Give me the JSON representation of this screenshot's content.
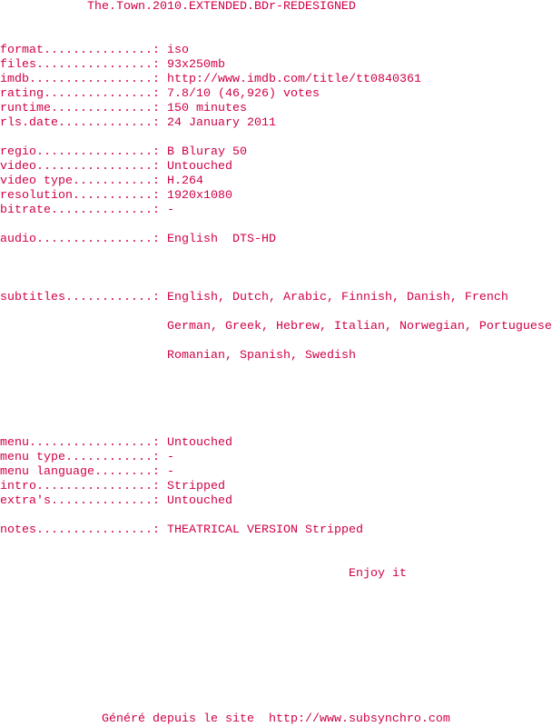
{
  "title": "The.Town.2010.EXTENDED.BDr-REDESIGNED",
  "fields": {
    "format": {
      "label": "format...............: ",
      "value": "iso"
    },
    "files": {
      "label": "files................: ",
      "value": "93x250mb"
    },
    "imdb": {
      "label": "imdb.................: ",
      "value": "http://www.imdb.com/title/tt0840361"
    },
    "rating": {
      "label": "rating...............: ",
      "value": "7.8/10 (46,926) votes"
    },
    "runtime": {
      "label": "runtime..............: ",
      "value": "150 minutes"
    },
    "rls_date": {
      "label": "rls.date.............: ",
      "value": "24 January 2011"
    },
    "regio": {
      "label": "regio................: ",
      "value": "B Bluray 50"
    },
    "video": {
      "label": "video................: ",
      "value": "Untouched"
    },
    "video_type": {
      "label": "video type...........: ",
      "value": "H.264"
    },
    "resolution": {
      "label": "resolution...........: ",
      "value": "1920x1080"
    },
    "bitrate": {
      "label": "bitrate..............: ",
      "value": "-"
    },
    "audio": {
      "label": "audio................: ",
      "value": "English  DTS-HD"
    },
    "subtitles": {
      "label": "subtitles............: ",
      "lines": [
        "English, Dutch, Arabic, Finnish, Danish, French",
        "German, Greek, Hebrew, Italian, Norwegian, Portuguese",
        "Romanian, Spanish, Swedish"
      ]
    },
    "menu": {
      "label": "menu.................: ",
      "value": "Untouched"
    },
    "menu_type": {
      "label": "menu type............: ",
      "value": "-"
    },
    "menu_language": {
      "label": "menu language........: ",
      "value": "-"
    },
    "intro": {
      "label": "intro................: ",
      "value": "Stripped"
    },
    "extras": {
      "label": "extra's..............: ",
      "value": "Untouched"
    },
    "notes": {
      "label": "notes................: ",
      "value": "THEATRICAL VERSION Stripped"
    }
  },
  "closing": "Enjoy it",
  "footer": "Généré depuis le site  http://www.subsynchro.com",
  "colors": {
    "text": "#d0004a",
    "background": "#ffffff"
  }
}
